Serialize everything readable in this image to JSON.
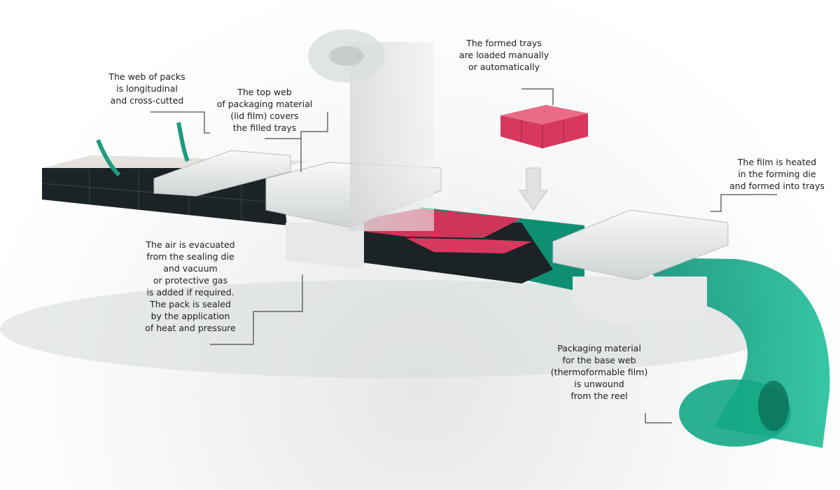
{
  "labels": {
    "cutting": [
      "The web of packs",
      "is longitudinal",
      "and cross-cutted"
    ],
    "lid_film": [
      "The top web",
      "of packaging material",
      "(lid film) covers",
      "the filled trays"
    ],
    "loading": [
      "The formed trays",
      "are loaded manually",
      "or automatically"
    ],
    "forming": [
      "The film is heated",
      "in the forming die",
      "and formed into trays"
    ],
    "sealing": [
      "The air is evacuated",
      "from the sealing die",
      "and vacuum",
      "or protective gas",
      "is added if required.",
      "The pack is sealed",
      "by the application",
      "of heat and pressure"
    ],
    "base_web": [
      "Packaging material",
      "for  the base web",
      "(thermoformable film)",
      "is unwound",
      "from the reel"
    ]
  },
  "colors": {
    "film_green": "#0f9a7c",
    "tray_pink": "#d8385f",
    "tray_dark": "#1b2326",
    "machine": "#eceeef"
  }
}
